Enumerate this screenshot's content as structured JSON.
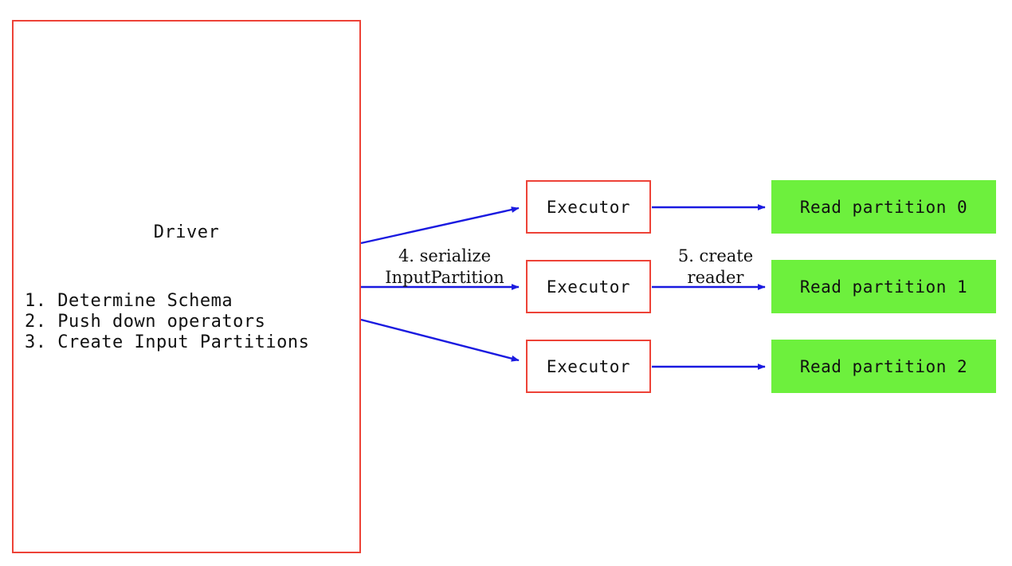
{
  "colors": {
    "box_border_red": "#ed4237",
    "partition_green": "#6df03d",
    "arrow_blue": "#1a1ae0",
    "text": "#111111",
    "background": "#ffffff"
  },
  "driver": {
    "title": "Driver",
    "steps": [
      "1. Determine Schema",
      "2. Push down operators",
      "3. Create Input Partitions"
    ],
    "steps_text": "1. Determine Schema\n2. Push down operators\n3. Create Input Partitions"
  },
  "executors": [
    {
      "label": "Executor"
    },
    {
      "label": "Executor"
    },
    {
      "label": "Executor"
    }
  ],
  "partitions": [
    {
      "label": "Read partition 0"
    },
    {
      "label": "Read partition 1"
    },
    {
      "label": "Read partition 2"
    }
  ],
  "edge_labels": {
    "serialize": {
      "line1": "4. serialize",
      "line2": "InputPartition"
    },
    "create_reader": {
      "line1": "5. create",
      "line2": "reader"
    }
  }
}
